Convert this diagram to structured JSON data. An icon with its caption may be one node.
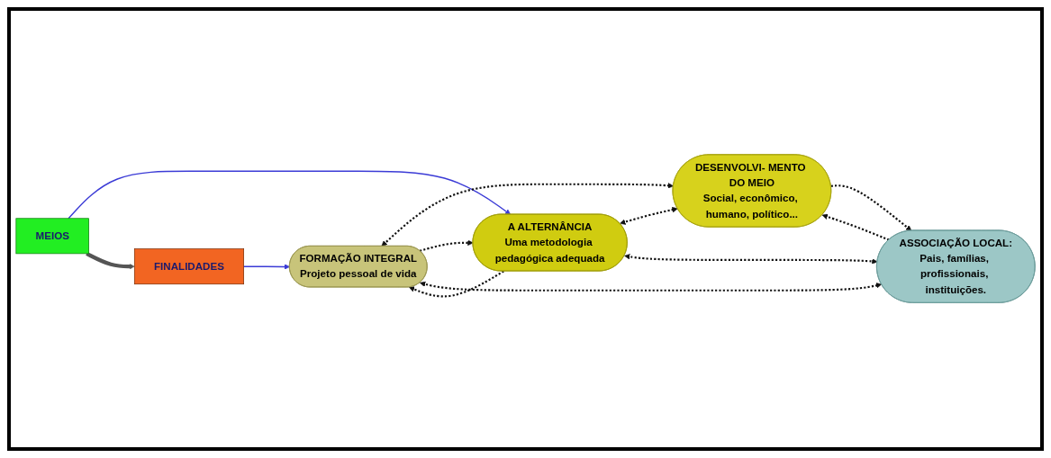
{
  "diagram": {
    "nodes": [
      {
        "text": [
          "FINALIDADES"
        ]
      },
      {
        "text": [
          "FORMAÇÃO INTEGRAL",
          "Projeto pessoal de vida"
        ]
      },
      {
        "text": [
          "DESENVOLVI- MENTO DO MEIO",
          "Social, econômico, humano, político..."
        ]
      },
      {
        "text": [
          "MEIOS"
        ]
      },
      {
        "text": [
          "A ALTERNÂNCIA",
          "Uma metodologia pedagógica adequada"
        ]
      },
      {
        "text": [
          "ASSOCIAÇÃO LOCAL:",
          "Pais, famílias, profissionais, instituições."
        ]
      }
    ],
    "edges": [
      {
        "from": 0,
        "to": 1,
        "arrow": "to",
        "color": "#3b3bd6"
      },
      {
        "from": 3,
        "to": 4,
        "arrow": "to",
        "color": "#3b3bd6"
      },
      {
        "from": 3,
        "to": 0,
        "arrow": "to",
        "style": "thick",
        "color": "#555555"
      },
      {
        "from": 1,
        "to": 2,
        "arrow": "both",
        "style": "dashed"
      },
      {
        "from": 1,
        "to": 4,
        "arrow": "to",
        "style": "dashed"
      },
      {
        "from": 4,
        "to": 1,
        "arrow": "to",
        "style": "dashed"
      },
      {
        "from": 1,
        "to": 5,
        "arrow": "both",
        "style": "dashed"
      },
      {
        "from": 4,
        "to": 2,
        "arrow": "both",
        "style": "dashed"
      },
      {
        "from": 2,
        "to": 5,
        "arrow": "to",
        "style": "dashed"
      },
      {
        "from": 5,
        "to": 2,
        "arrow": "to",
        "style": "dashed"
      },
      {
        "from": 4,
        "to": 5,
        "arrow": "both",
        "style": "dashed"
      }
    ]
  }
}
